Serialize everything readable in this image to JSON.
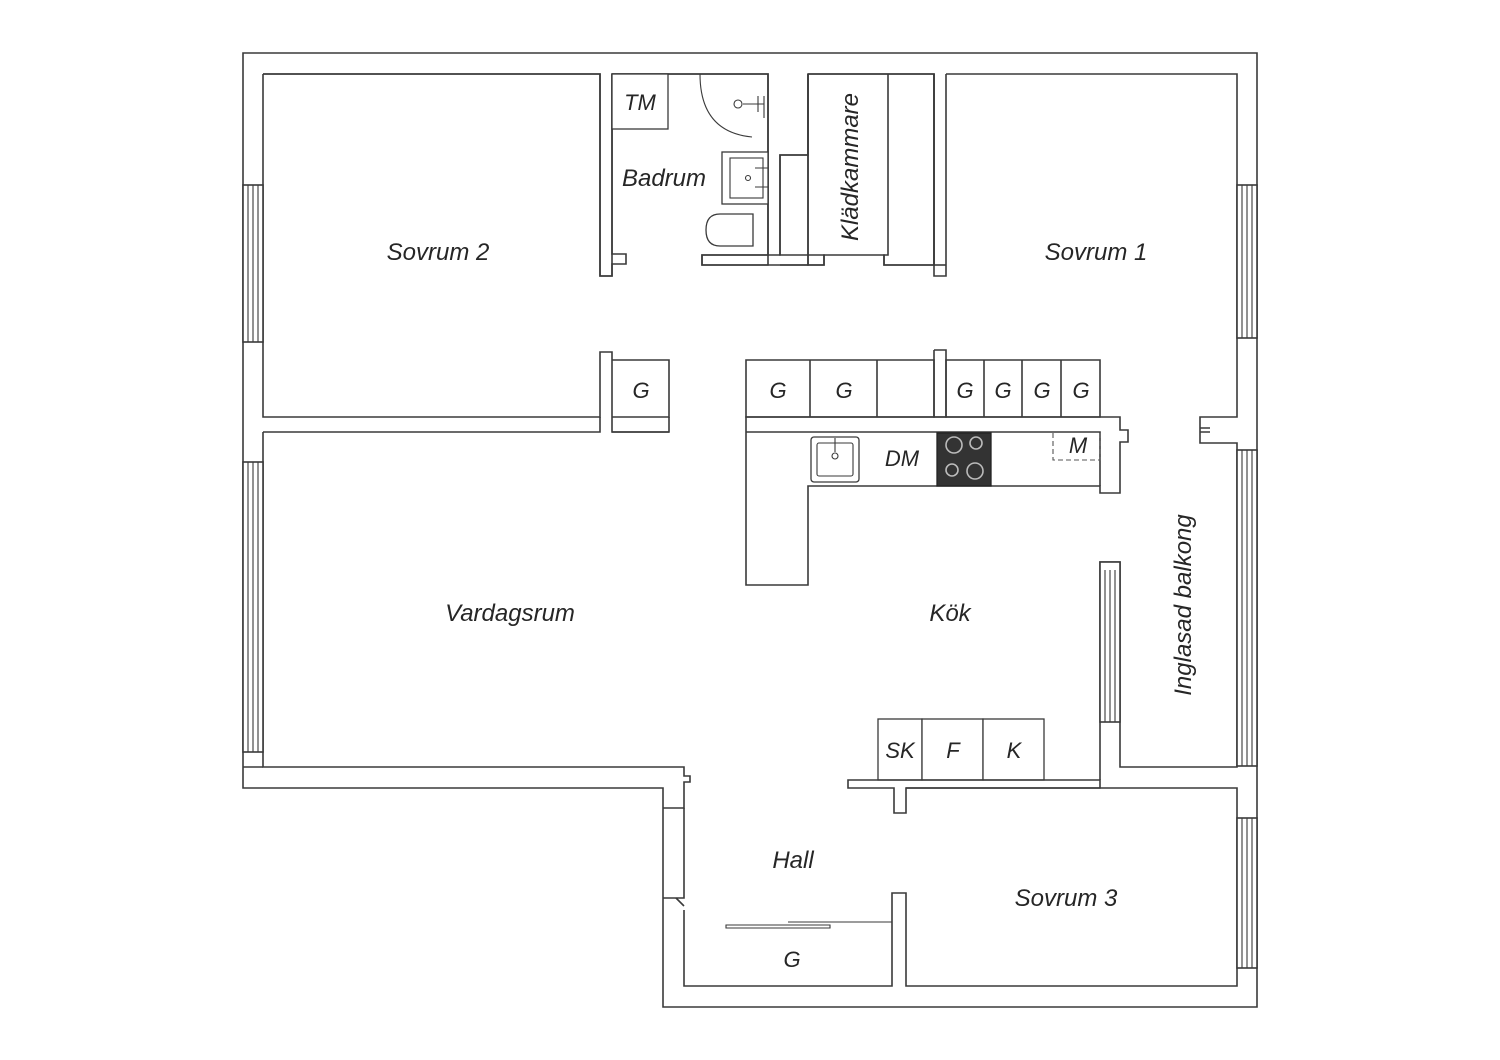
{
  "floorplan": {
    "rooms": {
      "sovrum2": "Sovrum 2",
      "sovrum1": "Sovrum 1",
      "sovrum3": "Sovrum 3",
      "badrum": "Badrum",
      "kladkammare": "Klädkammare",
      "vardagsrum": "Vardagsrum",
      "kok": "Kök",
      "hall": "Hall",
      "balkong": "Inglasad balkong"
    },
    "fixtures": {
      "tm": "TM",
      "dm": "DM",
      "m": "M",
      "sk": "SK",
      "f": "F",
      "k": "K",
      "g": "G"
    }
  }
}
